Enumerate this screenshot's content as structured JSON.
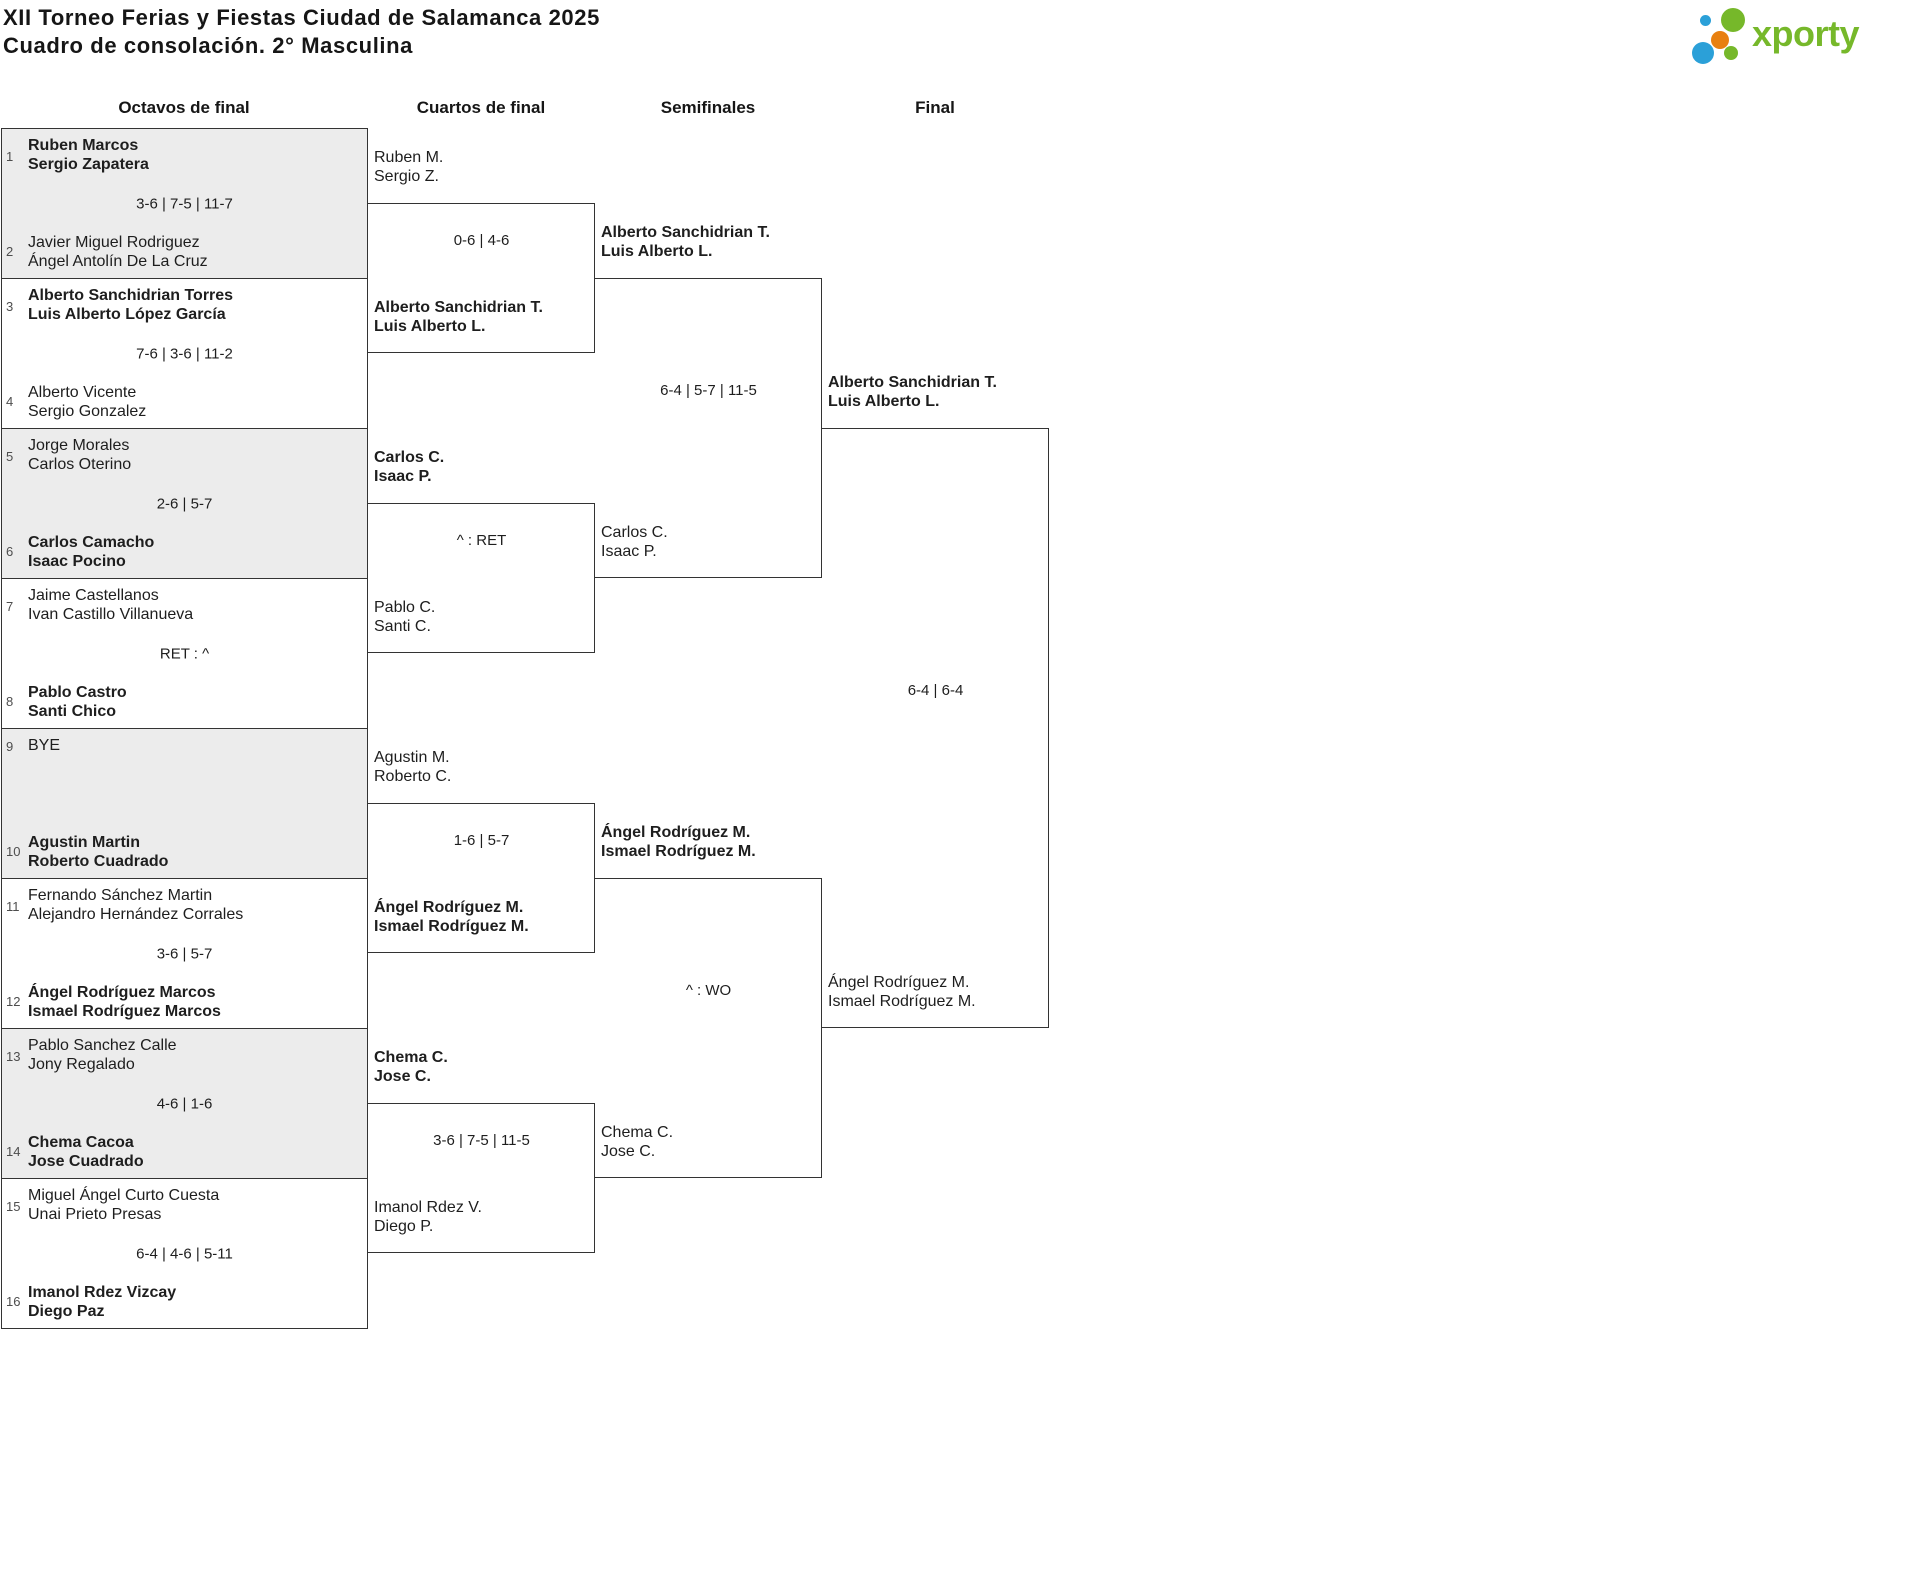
{
  "title": {
    "line1": "XII Torneo Ferias y Fiestas Ciudad de Salamanca 2025",
    "line2": "Cuadro de consolación. 2° Masculina"
  },
  "logo": {
    "text": "xporty",
    "green": "#76b82a",
    "blue": "#2ba0d8",
    "orange": "#e8800f"
  },
  "round_headers": [
    "Octavos de final",
    "Cuartos de final",
    "Semifinales",
    "Final"
  ],
  "octavos": [
    {
      "top": {
        "seed": "1",
        "lines": [
          "Ruben Marcos",
          "Sergio Zapatera"
        ],
        "winner": true
      },
      "score": "3-6 | 7-5 | 11-7",
      "bottom": {
        "seed": "2",
        "lines": [
          "Javier Miguel Rodriguez",
          "Ángel Antolín De La Cruz"
        ],
        "winner": false
      }
    },
    {
      "top": {
        "seed": "3",
        "lines": [
          "Alberto Sanchidrian Torres",
          "Luis Alberto López García"
        ],
        "winner": true
      },
      "score": "7-6 | 3-6 | 11-2",
      "bottom": {
        "seed": "4",
        "lines": [
          "Alberto Vicente",
          "Sergio Gonzalez"
        ],
        "winner": false
      }
    },
    {
      "top": {
        "seed": "5",
        "lines": [
          "Jorge Morales",
          "Carlos Oterino"
        ],
        "winner": false
      },
      "score": "2-6 | 5-7",
      "bottom": {
        "seed": "6",
        "lines": [
          "Carlos Camacho",
          "Isaac Pocino"
        ],
        "winner": true
      }
    },
    {
      "top": {
        "seed": "7",
        "lines": [
          "Jaime Castellanos",
          "Ivan Castillo Villanueva"
        ],
        "winner": false
      },
      "score": "RET : ^",
      "bottom": {
        "seed": "8",
        "lines": [
          "Pablo Castro",
          "Santi Chico"
        ],
        "winner": true
      }
    },
    {
      "top": {
        "seed": "9",
        "lines": [
          "BYE"
        ],
        "winner": false
      },
      "score": "",
      "bottom": {
        "seed": "10",
        "lines": [
          "Agustin Martin",
          "Roberto Cuadrado"
        ],
        "winner": true
      }
    },
    {
      "top": {
        "seed": "11",
        "lines": [
          "Fernando Sánchez Martin",
          "Alejandro Hernández Corrales"
        ],
        "winner": false
      },
      "score": "3-6 | 5-7",
      "bottom": {
        "seed": "12",
        "lines": [
          "Ángel Rodríguez Marcos",
          "Ismael Rodríguez Marcos"
        ],
        "winner": true
      }
    },
    {
      "top": {
        "seed": "13",
        "lines": [
          "Pablo Sanchez Calle",
          "Jony Regalado"
        ],
        "winner": false
      },
      "score": "4-6 | 1-6",
      "bottom": {
        "seed": "14",
        "lines": [
          "Chema Cacoa",
          "Jose Cuadrado"
        ],
        "winner": true
      }
    },
    {
      "top": {
        "seed": "15",
        "lines": [
          "Miguel Ángel Curto Cuesta",
          "Unai Prieto Presas"
        ],
        "winner": false
      },
      "score": "6-4 | 4-6 | 5-11",
      "bottom": {
        "seed": "16",
        "lines": [
          "Imanol Rdez Vizcay",
          "Diego Paz"
        ],
        "winner": true
      }
    }
  ],
  "cuartos": [
    {
      "top": {
        "lines": [
          "Ruben M.",
          "Sergio Z."
        ],
        "winner": false
      },
      "score": "0-6 | 4-6",
      "bottom": {
        "lines": [
          "Alberto Sanchidrian T.",
          "Luis Alberto L."
        ],
        "winner": true
      }
    },
    {
      "top": {
        "lines": [
          "Carlos C.",
          "Isaac P."
        ],
        "winner": true
      },
      "score": "^ : RET",
      "bottom": {
        "lines": [
          "Pablo C.",
          "Santi C."
        ],
        "winner": false
      }
    },
    {
      "top": {
        "lines": [
          "Agustin M.",
          "Roberto C."
        ],
        "winner": false
      },
      "score": "1-6 | 5-7",
      "bottom": {
        "lines": [
          "Ángel Rodríguez M.",
          "Ismael Rodríguez M."
        ],
        "winner": true
      }
    },
    {
      "top": {
        "lines": [
          "Chema C.",
          "Jose C."
        ],
        "winner": true
      },
      "score": "3-6 | 7-5 | 11-5",
      "bottom": {
        "lines": [
          "Imanol Rdez V.",
          "Diego P."
        ],
        "winner": false
      }
    }
  ],
  "semifinales": [
    {
      "top": {
        "lines": [
          "Alberto Sanchidrian T.",
          "Luis Alberto L."
        ],
        "winner": true
      },
      "score": "6-4 | 5-7 | 11-5",
      "bottom": {
        "lines": [
          "Carlos C.",
          "Isaac P."
        ],
        "winner": false
      }
    },
    {
      "top": {
        "lines": [
          "Ángel Rodríguez M.",
          "Ismael Rodríguez M."
        ],
        "winner": true
      },
      "score": "^ : WO",
      "bottom": {
        "lines": [
          "Chema C.",
          "Jose C."
        ],
        "winner": false
      }
    }
  ],
  "final": [
    {
      "top": {
        "lines": [
          "Alberto Sanchidrian T.",
          "Luis Alberto L."
        ],
        "winner": true
      },
      "score": "6-4 | 6-4",
      "bottom": {
        "lines": [
          "Ángel Rodríguez M.",
          "Ismael Rodríguez M."
        ],
        "winner": false
      }
    }
  ]
}
